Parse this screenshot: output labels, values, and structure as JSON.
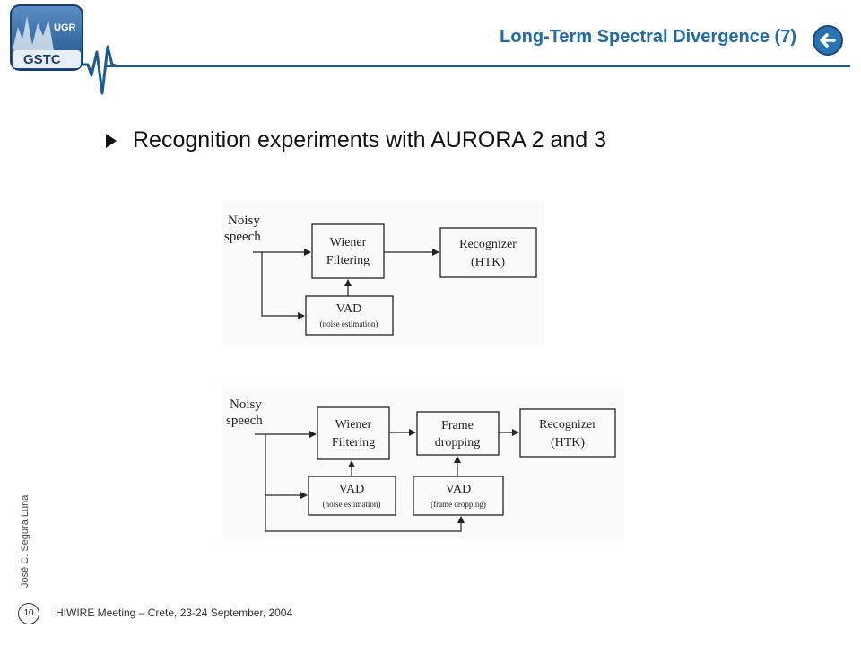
{
  "header": {
    "logo_top": "UGR",
    "logo_bottom": "GSTC",
    "title": "Long-Term Spectral Divergence (7)",
    "back_icon": "left-arrow-circle-icon"
  },
  "content": {
    "bullet": "Recognition experiments with AURORA 2 and 3"
  },
  "diagram1": {
    "input_label": [
      "Noisy",
      "speech"
    ],
    "wiener": [
      "Wiener",
      "Filtering"
    ],
    "recognizer": [
      "Recognizer",
      "(HTK)"
    ],
    "vad": [
      "VAD",
      "(noise estimation)"
    ]
  },
  "diagram2": {
    "input_label": [
      "Noisy",
      "speech"
    ],
    "wiener": [
      "Wiener",
      "Filtering"
    ],
    "frame": [
      "Frame",
      "dropping"
    ],
    "recognizer": [
      "Recognizer",
      "(HTK)"
    ],
    "vad_noise": [
      "VAD",
      "(noise estimation)"
    ],
    "vad_frame": [
      "VAD",
      "(frame dropping)"
    ]
  },
  "footer": {
    "author": "José C. Segura Luna",
    "page_number": "10",
    "meeting": "HIWIRE  Meeting – Crete, 23-24  September, 2004"
  },
  "colors": {
    "accent": "#1f6aa6",
    "line": "#1f5a8c"
  }
}
